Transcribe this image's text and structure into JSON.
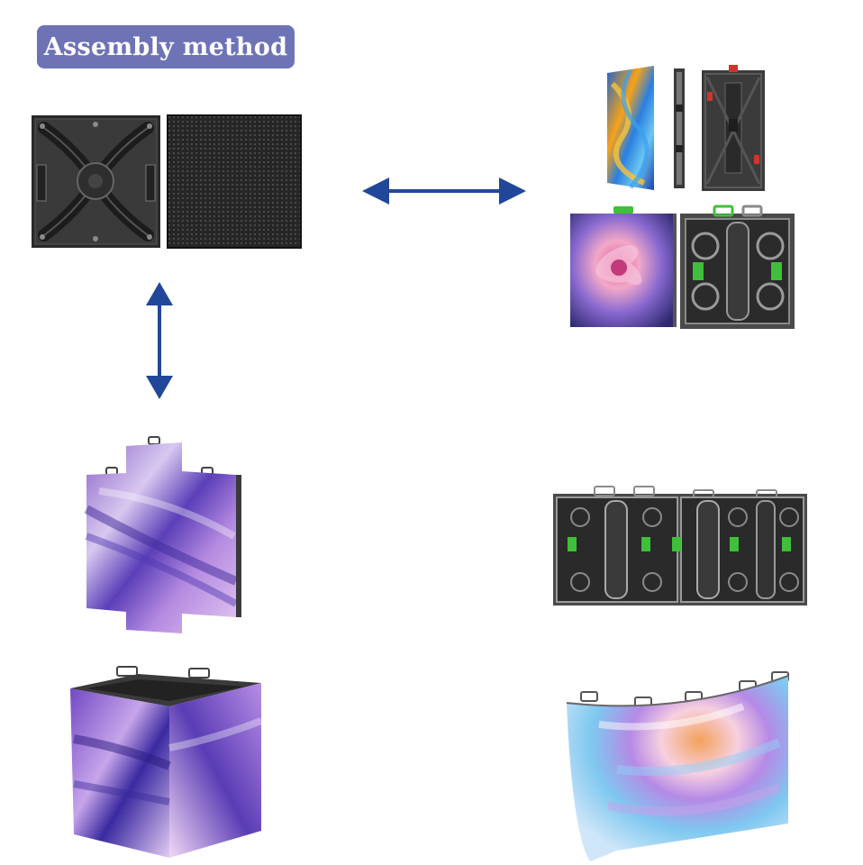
{
  "header": {
    "title": "Assembly method"
  },
  "colors": {
    "badge": "#6e73b6",
    "arrow": "#21479a",
    "cabinet_frame": "#2b2b2b",
    "module_face": "#1f1f1f",
    "accent_green": "#3fbf3a",
    "accent_red": "#d0352c"
  },
  "icons": {
    "h_arrow": "double-arrow-horizontal",
    "v_arrow": "double-arrow-vertical"
  }
}
